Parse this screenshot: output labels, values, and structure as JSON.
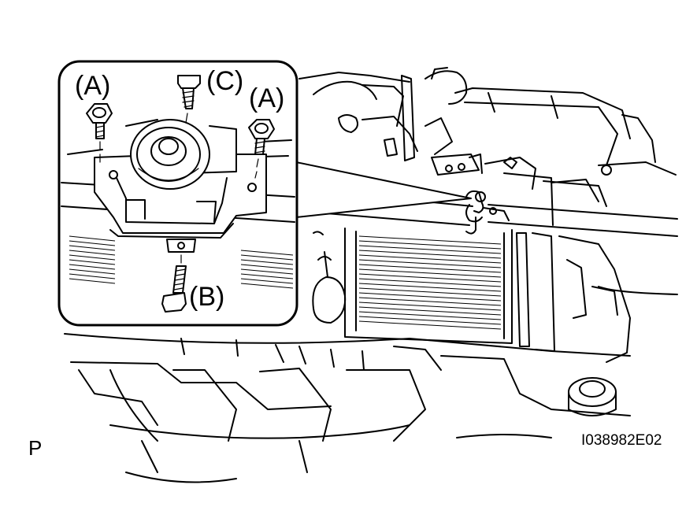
{
  "callouts": {
    "bolt_a_left": "(A)",
    "bolt_a_right": "(A)",
    "bolt_c": "(C)",
    "bolt_b": "(B)"
  },
  "corner_mark": "P",
  "figure_code": "I038982E02"
}
